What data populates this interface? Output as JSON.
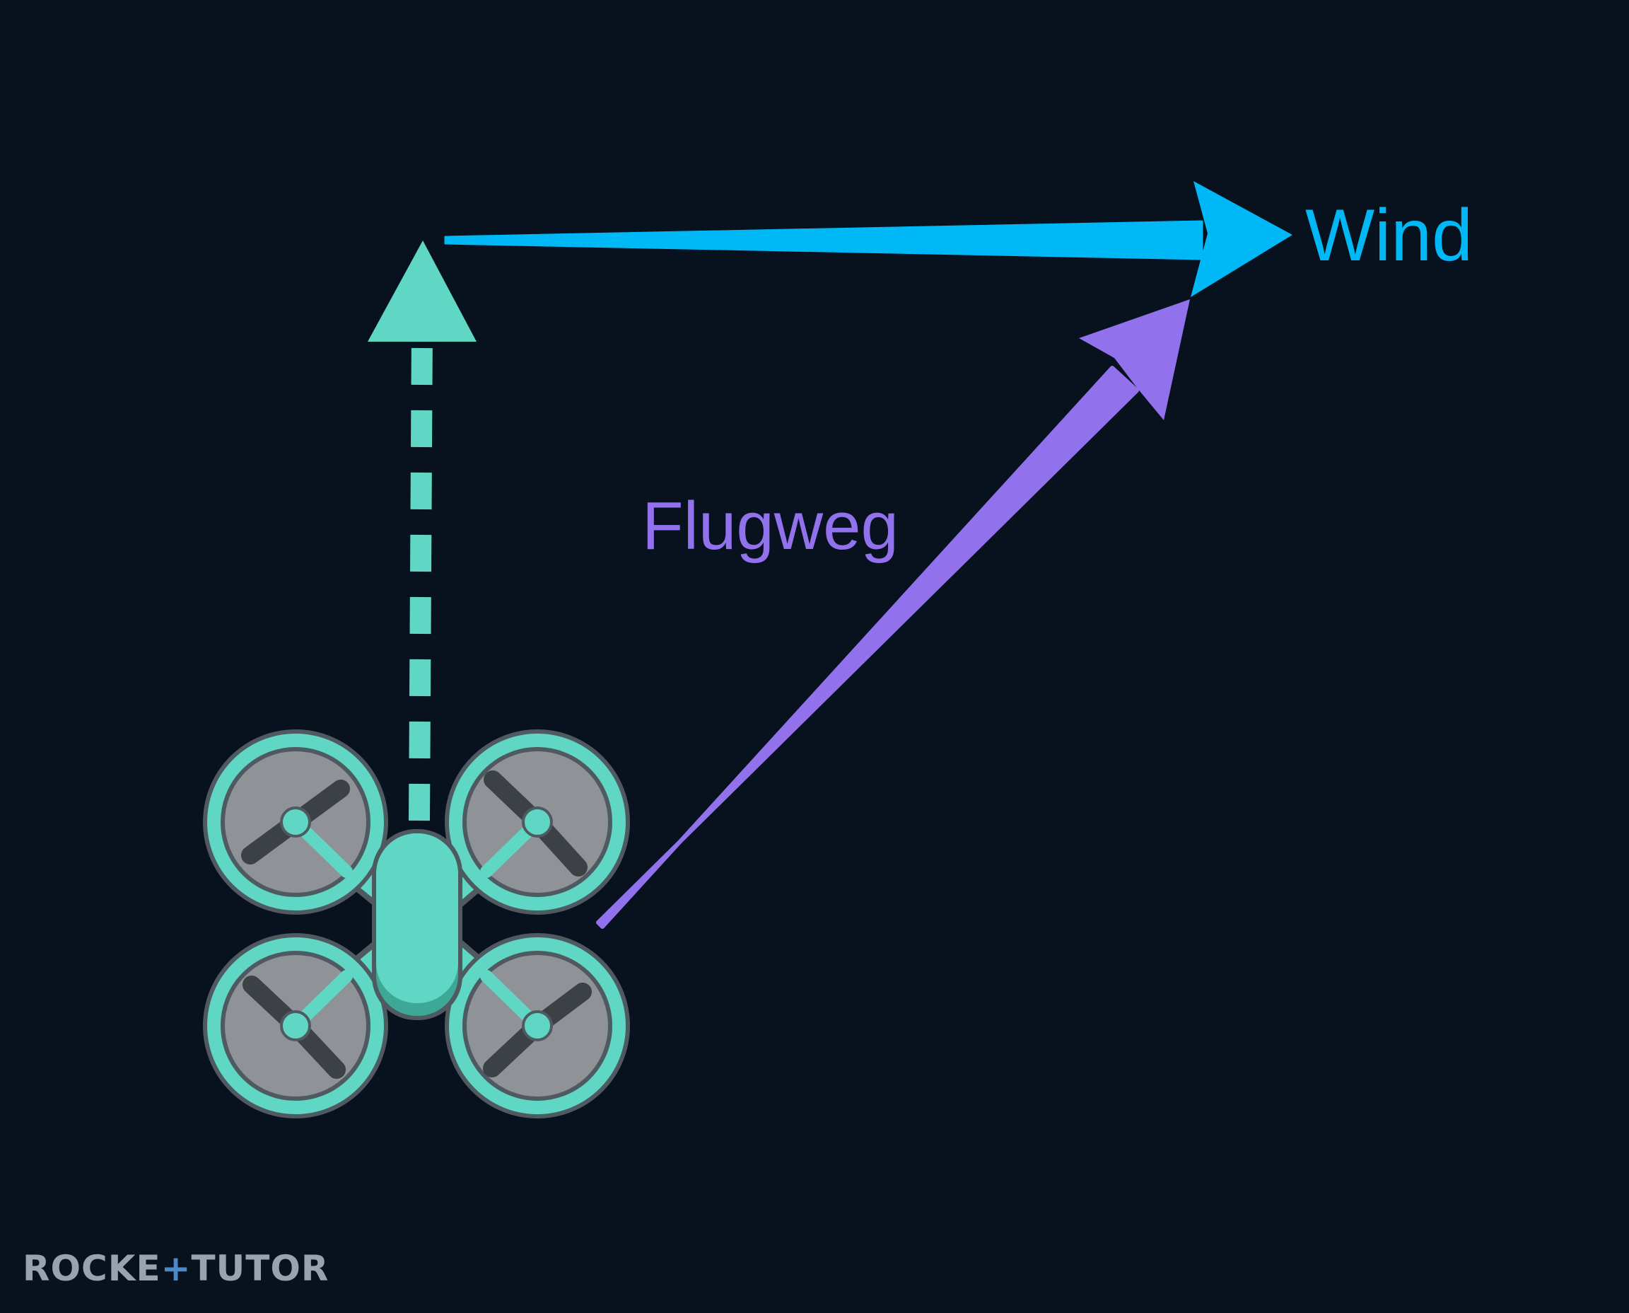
{
  "labels": {
    "wind": "Wind",
    "flight_path": "Flugweg"
  },
  "logo": {
    "part1": "ROCKE",
    "mark": "+",
    "part2": "TUTOR"
  },
  "colors": {
    "background": "#08121e",
    "wind": "#00b8f5",
    "flight_path": "#9171ec",
    "heading": "#5fd7c4",
    "drone_body": "#5fd7c4",
    "drone_outline": "#4f5a60",
    "propeller_disc": "#8f9398",
    "propeller_blade": "#3c4146"
  },
  "icons": {
    "drone": "quadcopter-drone-icon"
  }
}
